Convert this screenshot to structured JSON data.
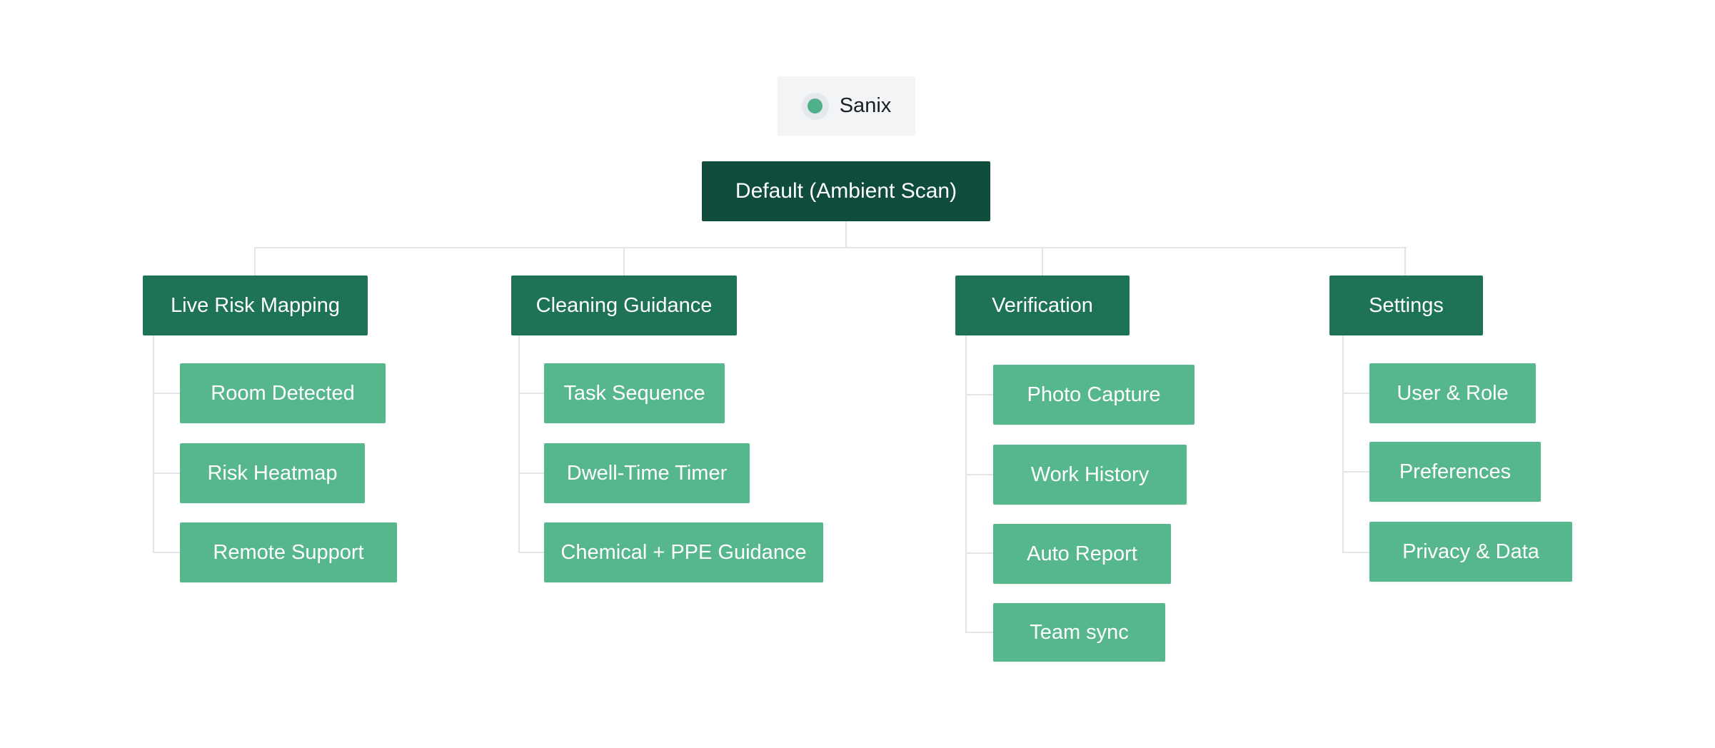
{
  "app": {
    "label": "Sanix",
    "dot_icon": "status-dot"
  },
  "root": {
    "label": "Default (Ambient Scan)"
  },
  "branches": [
    {
      "label": "Live Risk Mapping",
      "children": [
        "Room Detected",
        "Risk Heatmap",
        "Remote Support"
      ]
    },
    {
      "label": "Cleaning Guidance",
      "children": [
        "Task Sequence",
        "Dwell-Time Timer",
        "Chemical + PPE Guidance"
      ]
    },
    {
      "label": "Verification",
      "children": [
        "Photo Capture",
        "Work History",
        "Auto Report",
        "Team sync"
      ]
    },
    {
      "label": "Settings",
      "children": [
        "User & Role",
        "Preferences",
        "Privacy & Data"
      ]
    }
  ],
  "colors": {
    "root_box": "#0f4c3c",
    "branch_box": "#1e7257",
    "child_box": "#57b78c",
    "connector": "#e3e4e6",
    "app_chip_bg": "#f2f4f6",
    "app_dot": "#50b089",
    "app_dot_ring": "#e5e8ec",
    "text_light": "#ffffff",
    "text_dark": "#1a1d21"
  }
}
